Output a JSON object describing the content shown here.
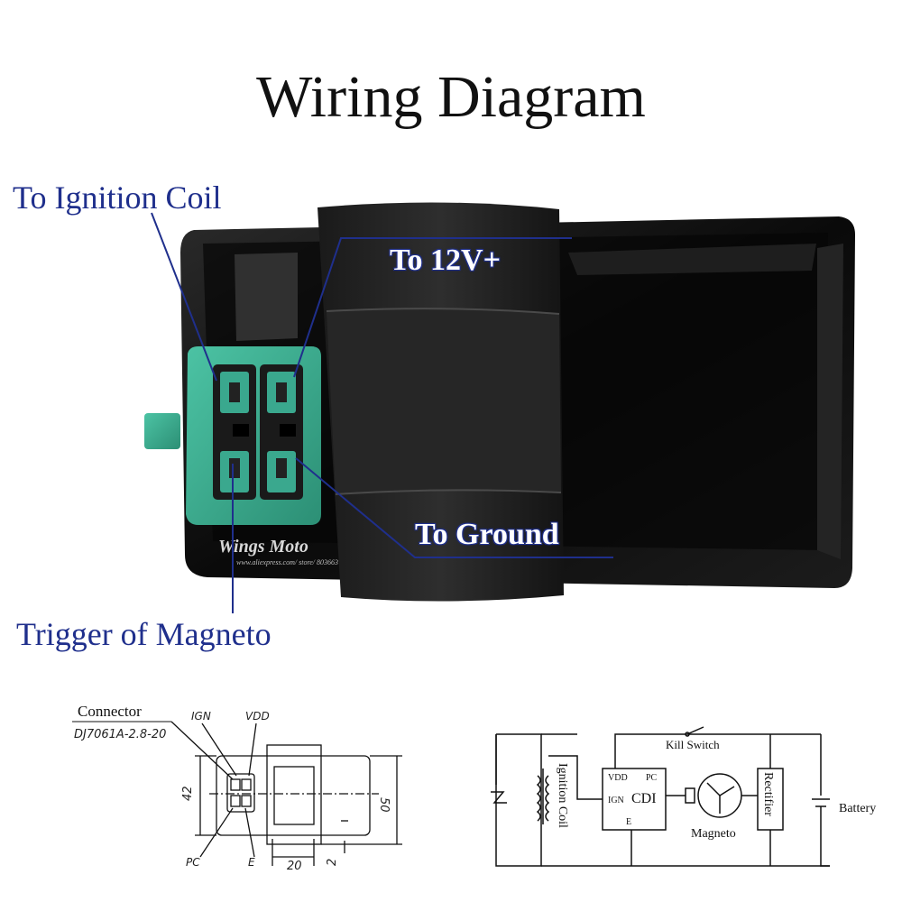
{
  "title": "Wiring Diagram",
  "labels": {
    "ignition_coil": "To Ignition Coil",
    "v12": "To 12V+",
    "ground": "To Ground",
    "trigger": "Trigger  of Magneto"
  },
  "watermark": {
    "brand": "Wings Moto",
    "url": "www.aliexpress.com/ store/ 803663"
  },
  "connector_drawing": {
    "title": "Connector",
    "part": "DJ7061A-2.8-20",
    "pins": {
      "ign": "IGN",
      "vdd": "VDD",
      "pc": "PC",
      "e": "E"
    },
    "dims": {
      "height_left": "42",
      "height_right": "50",
      "width_bottom": "20",
      "small": "2"
    }
  },
  "schematic": {
    "kill_switch": "Kill Switch",
    "ignition_coil": "Ignition Coil",
    "cdi": "CDI",
    "vdd": "VDD",
    "pc": "PC",
    "ign": "IGN",
    "e": "E",
    "magneto": "Magneto",
    "rectifier": "Rectifier",
    "battery": "Battery"
  },
  "colors": {
    "label_blue": "#1f2f8c",
    "connector_green": "#3aa88e",
    "body_black": "#0c0c0c"
  }
}
